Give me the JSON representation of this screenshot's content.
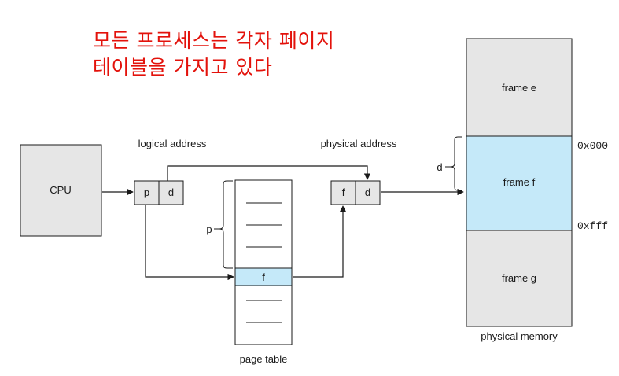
{
  "heading": {
    "line1": "모든 프로세스는 각자 페이지",
    "line2": "테이블을 가지고 있다"
  },
  "labels": {
    "logical_address": "logical address",
    "physical_address": "physical address",
    "cpu": "CPU",
    "page_table": "page table",
    "physical_memory": "physical memory",
    "p_brace": "p",
    "d_brace": "d",
    "addr_start": "0x000",
    "addr_end": "0xfff"
  },
  "logical_address_cells": [
    "p",
    "d"
  ],
  "physical_address_cells": [
    "f",
    "d"
  ],
  "page_table": {
    "highlighted_entry": "f"
  },
  "memory_frames": [
    "frame e",
    "frame f",
    "frame g"
  ],
  "colors": {
    "heading": "#e3120b",
    "box_fill": "#e6e6e6",
    "highlight_fill": "#c5e9f9",
    "stroke": "#1a1a1a"
  }
}
